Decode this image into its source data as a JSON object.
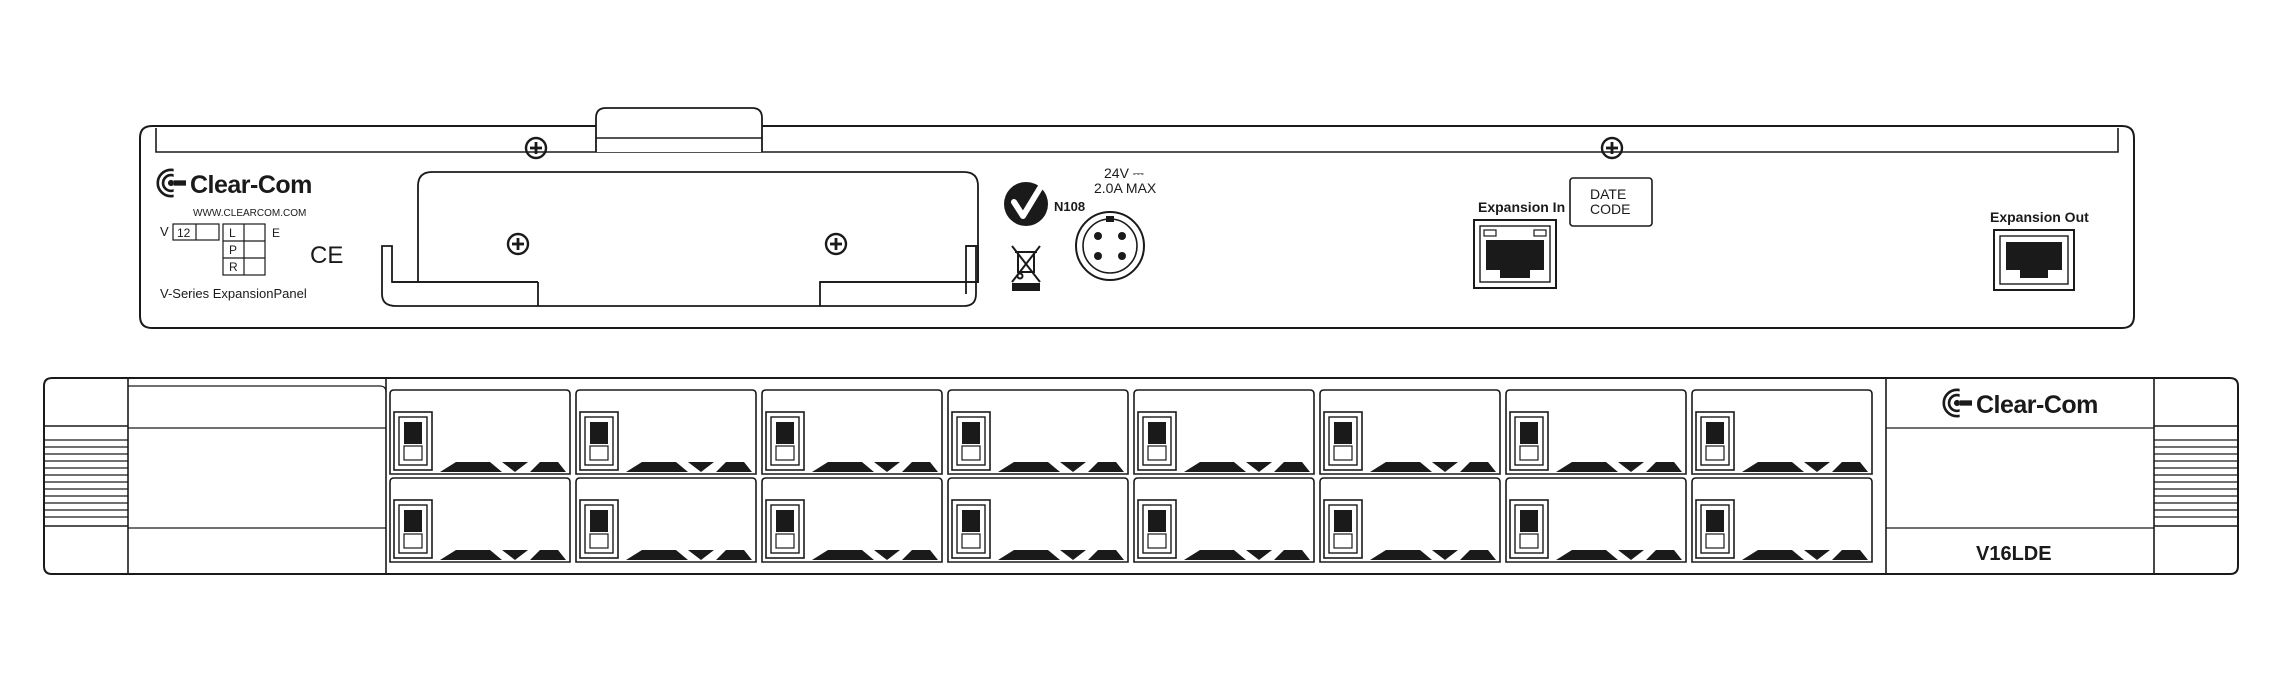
{
  "rear_panel": {
    "brand": "Clear-Com",
    "website": "WWW.CLEARCOM.COM",
    "version_label": "V",
    "version_value": "12",
    "lpr_letters": [
      "L",
      "P",
      "R"
    ],
    "e_label": "E",
    "ce_mark": "CE",
    "model_name": "V-Series ExpansionPanel",
    "cert_code": "N108",
    "power_voltage": "24V ⎓",
    "power_current": "2.0A MAX",
    "expansion_in_label": "Expansion In",
    "date_code_line1": "DATE",
    "date_code_line2": "CODE",
    "expansion_out_label": "Expansion Out",
    "icons": [
      "screw-icon",
      "rcm-check-icon",
      "weee-bin-icon",
      "power-connector-icon",
      "rj45-port-icon",
      "clearcom-logo-icon"
    ]
  },
  "front_panel": {
    "brand": "Clear-Com",
    "model": "V16LDE",
    "key_rows": 2,
    "keys_per_row": 8,
    "icons": [
      "lever-key-icon",
      "rack-ear-icon",
      "clearcom-logo-icon"
    ]
  },
  "colors": {
    "stroke": "#1a1a1a",
    "background": "#ffffff"
  }
}
